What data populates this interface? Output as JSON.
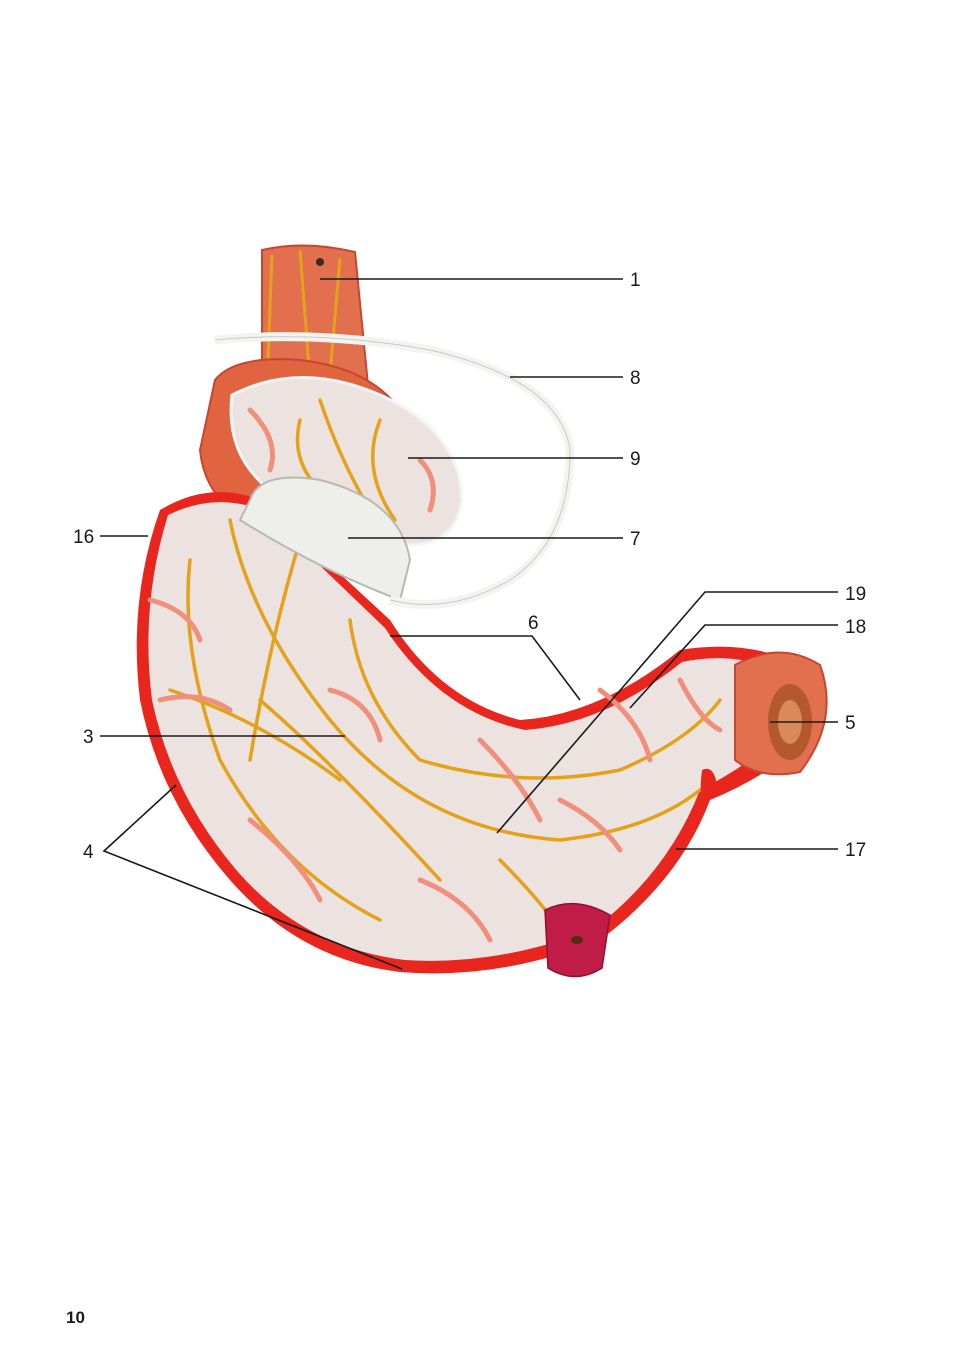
{
  "figure": {
    "labels": {
      "l1": "1",
      "l3": "3",
      "l4": "4",
      "l5": "5",
      "l6": "6",
      "l7": "7",
      "l8": "8",
      "l9": "9",
      "l16": "16",
      "l17": "17",
      "l18": "18",
      "l19": "19"
    },
    "colors": {
      "muscle": "#e2704f",
      "muscle_dark": "#c8452f",
      "artery": "#e8261e",
      "nerve_yellow": "#e3a21a",
      "vessel_pink": "#ef8f7c",
      "mucosa": "#ece2e0",
      "plastic_white": "#eeeeea",
      "stopper": "#c01c48"
    }
  },
  "page": {
    "number": "10"
  }
}
